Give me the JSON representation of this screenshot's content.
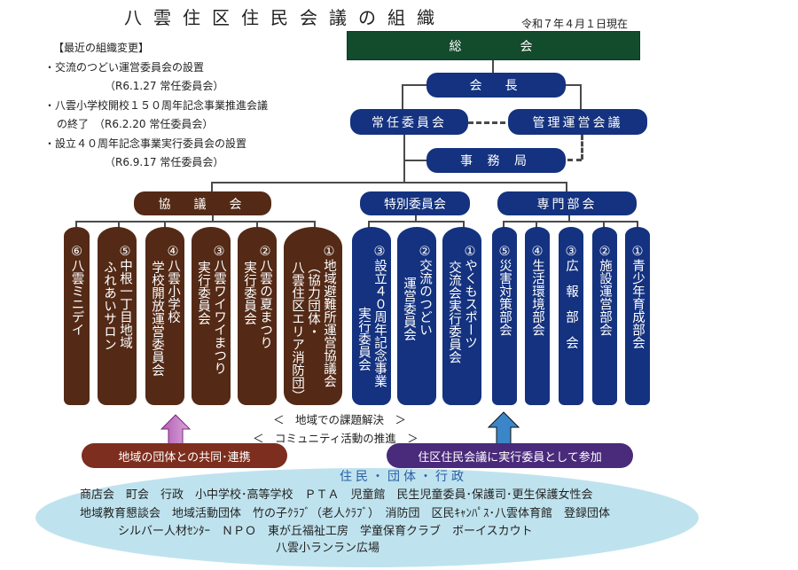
{
  "header": {
    "title": "八雲住区住民会議の組織",
    "as_of": "令和７年４月１日現在"
  },
  "recent_changes": {
    "heading": "【最近の組織変更】",
    "lines": [
      "・交流のつどい運営委員会の設置",
      "（R6.1.27 常任委員会）",
      "・八雲小学校開校１５０周年記念事業推進会議",
      "の終了　（R6.2.20 常任委員会）",
      "・設立４０周年記念事業実行委員会の設置",
      "（R6.9.17 常任委員会）"
    ]
  },
  "org": {
    "general_assembly": "総　　　会",
    "chairman": "会　長",
    "standing_committee": "常任委員会",
    "management_council": "管理運営会議",
    "secretariat": "事 務 局",
    "council": {
      "label": "協　議　会",
      "members": [
        {
          "num": "⑥",
          "lines": [
            "八雲ミニデイ"
          ]
        },
        {
          "num": "⑤",
          "lines": [
            "中根一丁目地域",
            "ふれあいサロン"
          ]
        },
        {
          "num": "④",
          "lines": [
            "八雲小学校",
            "学校開放運営委員会"
          ]
        },
        {
          "num": "③",
          "lines": [
            "八雲ワイワイまつり",
            "実行委員会"
          ]
        },
        {
          "num": "②",
          "lines": [
            "八雲の夏まつり",
            "実行委員会"
          ]
        },
        {
          "num": "①",
          "lines": [
            "地域避難所運営協議会",
            "（協力団体・",
            "八雲住区エリア消防団）"
          ]
        }
      ]
    },
    "special_committee": {
      "label": "特別委員会",
      "members": [
        {
          "num": "③",
          "lines": [
            "設立４０周年記念事業",
            "実行委員会"
          ]
        },
        {
          "num": "②",
          "lines": [
            "交流のつどい",
            "運営委員会"
          ]
        },
        {
          "num": "①",
          "lines": [
            "やくもスポーツ",
            "交流会実行委員会"
          ]
        }
      ]
    },
    "expert_divisions": {
      "label": "専門部会",
      "members": [
        {
          "num": "⑤",
          "lines": [
            "災害対策部会"
          ]
        },
        {
          "num": "④",
          "lines": [
            "生活環境部会"
          ]
        },
        {
          "num": "③",
          "lines": [
            "広　報　部　会"
          ]
        },
        {
          "num": "②",
          "lines": [
            "施設運営部会"
          ]
        },
        {
          "num": "①",
          "lines": [
            "青少年育成部会"
          ]
        }
      ]
    }
  },
  "goals": [
    "＜　地域での課題解決　＞",
    "＜　コミュニティ活動の推進　＞"
  ],
  "banners": {
    "left": "地域の団体との共同･連携",
    "right": "住区住民会議に実行委員として参加"
  },
  "base": {
    "heading": "住民・団体・行政",
    "rows": [
      "商店会　町会　行政　小中学校･高等学校　ＰＴＡ　児童館　民生児童委員･保護司･更生保護女性会",
      "地域教育懇談会　地域活動団体　竹の子ｸﾗﾌﾞ（老人ｸﾗﾌﾞ）　消防団　区民ｷｬﾝﾊﾟｽ･八雲体育館　登録団体",
      "シルバー人材ｾﾝﾀｰ　ＮＰＯ　東が丘福祉工房　学童保育クラブ　ボーイスカウト",
      "八雲小ランラン広場"
    ]
  },
  "colors": {
    "green": "#134b2d",
    "navy": "#14327f",
    "brown": "#542a16",
    "banner_left": "#7d2e1e",
    "banner_right": "#4a2a7a",
    "base_ellipse": "#bfe3ee",
    "arrow_left": "#9a3f9a",
    "arrow_right": "#3b86c8"
  }
}
